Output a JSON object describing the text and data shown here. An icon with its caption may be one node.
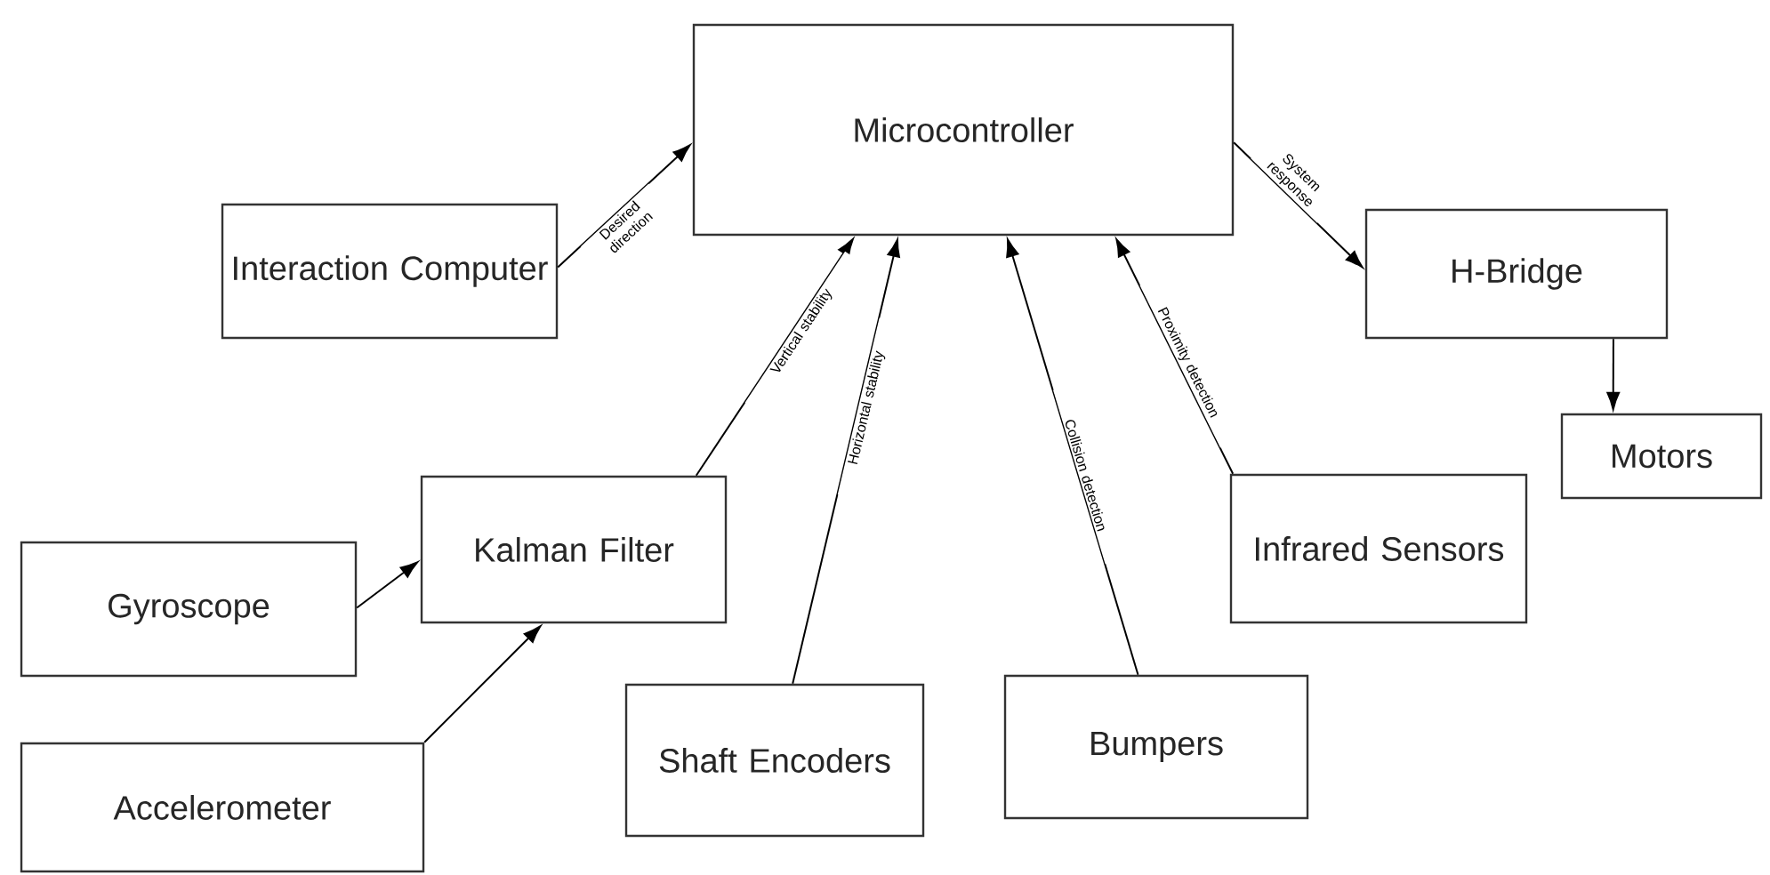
{
  "diagram": {
    "nodes": [
      {
        "text": [
          "Microcontroller"
        ]
      },
      {
        "text": [
          "Interaction Computer"
        ]
      },
      {
        "text": [
          "H-Bridge"
        ]
      },
      {
        "text": [
          "Motors"
        ]
      },
      {
        "text": [
          "Gyroscope"
        ]
      },
      {
        "text": [
          "Kalman Filter"
        ]
      },
      {
        "text": [
          "Accelerometer"
        ]
      },
      {
        "text": [
          "Shaft Encoders"
        ]
      },
      {
        "text": [
          "Bumpers"
        ]
      },
      {
        "text": [
          "Infrared Sensors"
        ]
      }
    ],
    "edges": [
      {
        "from": 1,
        "to": 0,
        "arrow": "to",
        "label": "Desired direction"
      },
      {
        "from": 0,
        "to": 2,
        "arrow": "to",
        "label": "System response"
      },
      {
        "from": 2,
        "to": 3,
        "arrow": "to"
      },
      {
        "from": 4,
        "to": 5,
        "arrow": "to"
      },
      {
        "from": 6,
        "to": 5,
        "arrow": "to"
      },
      {
        "from": 5,
        "to": 0,
        "arrow": "to",
        "label": "Vertical stability"
      },
      {
        "from": 7,
        "to": 0,
        "arrow": "to",
        "label": "Horizontal stability"
      },
      {
        "from": 8,
        "to": 0,
        "arrow": "to",
        "label": "Collision detection"
      },
      {
        "from": 9,
        "to": 0,
        "arrow": "to",
        "label": "Proximity detection"
      }
    ]
  }
}
